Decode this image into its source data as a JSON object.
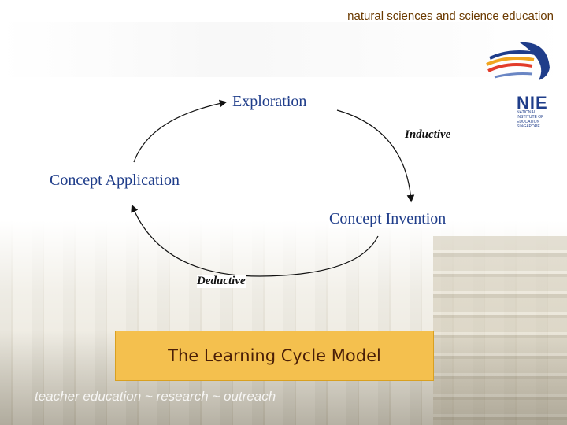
{
  "header": {
    "text": "natural sciences and science education"
  },
  "logo": {
    "name": "NIE",
    "lines": [
      "NATIONAL",
      "INSTITUTE OF",
      "EDUCATION",
      "SINGAPORE"
    ],
    "colors": [
      "#e23c2b",
      "#f1a51f",
      "#1f3d8a",
      "#6a86c4"
    ]
  },
  "diagram": {
    "nodes": {
      "exploration": "Exploration",
      "concept_application": "Concept Application",
      "concept_invention": "Concept Invention"
    },
    "edges": {
      "inductive": "Inductive",
      "deductive": "Deductive"
    }
  },
  "title": "The Learning Cycle Model",
  "footer": "teacher education ~ research ~ outreach"
}
